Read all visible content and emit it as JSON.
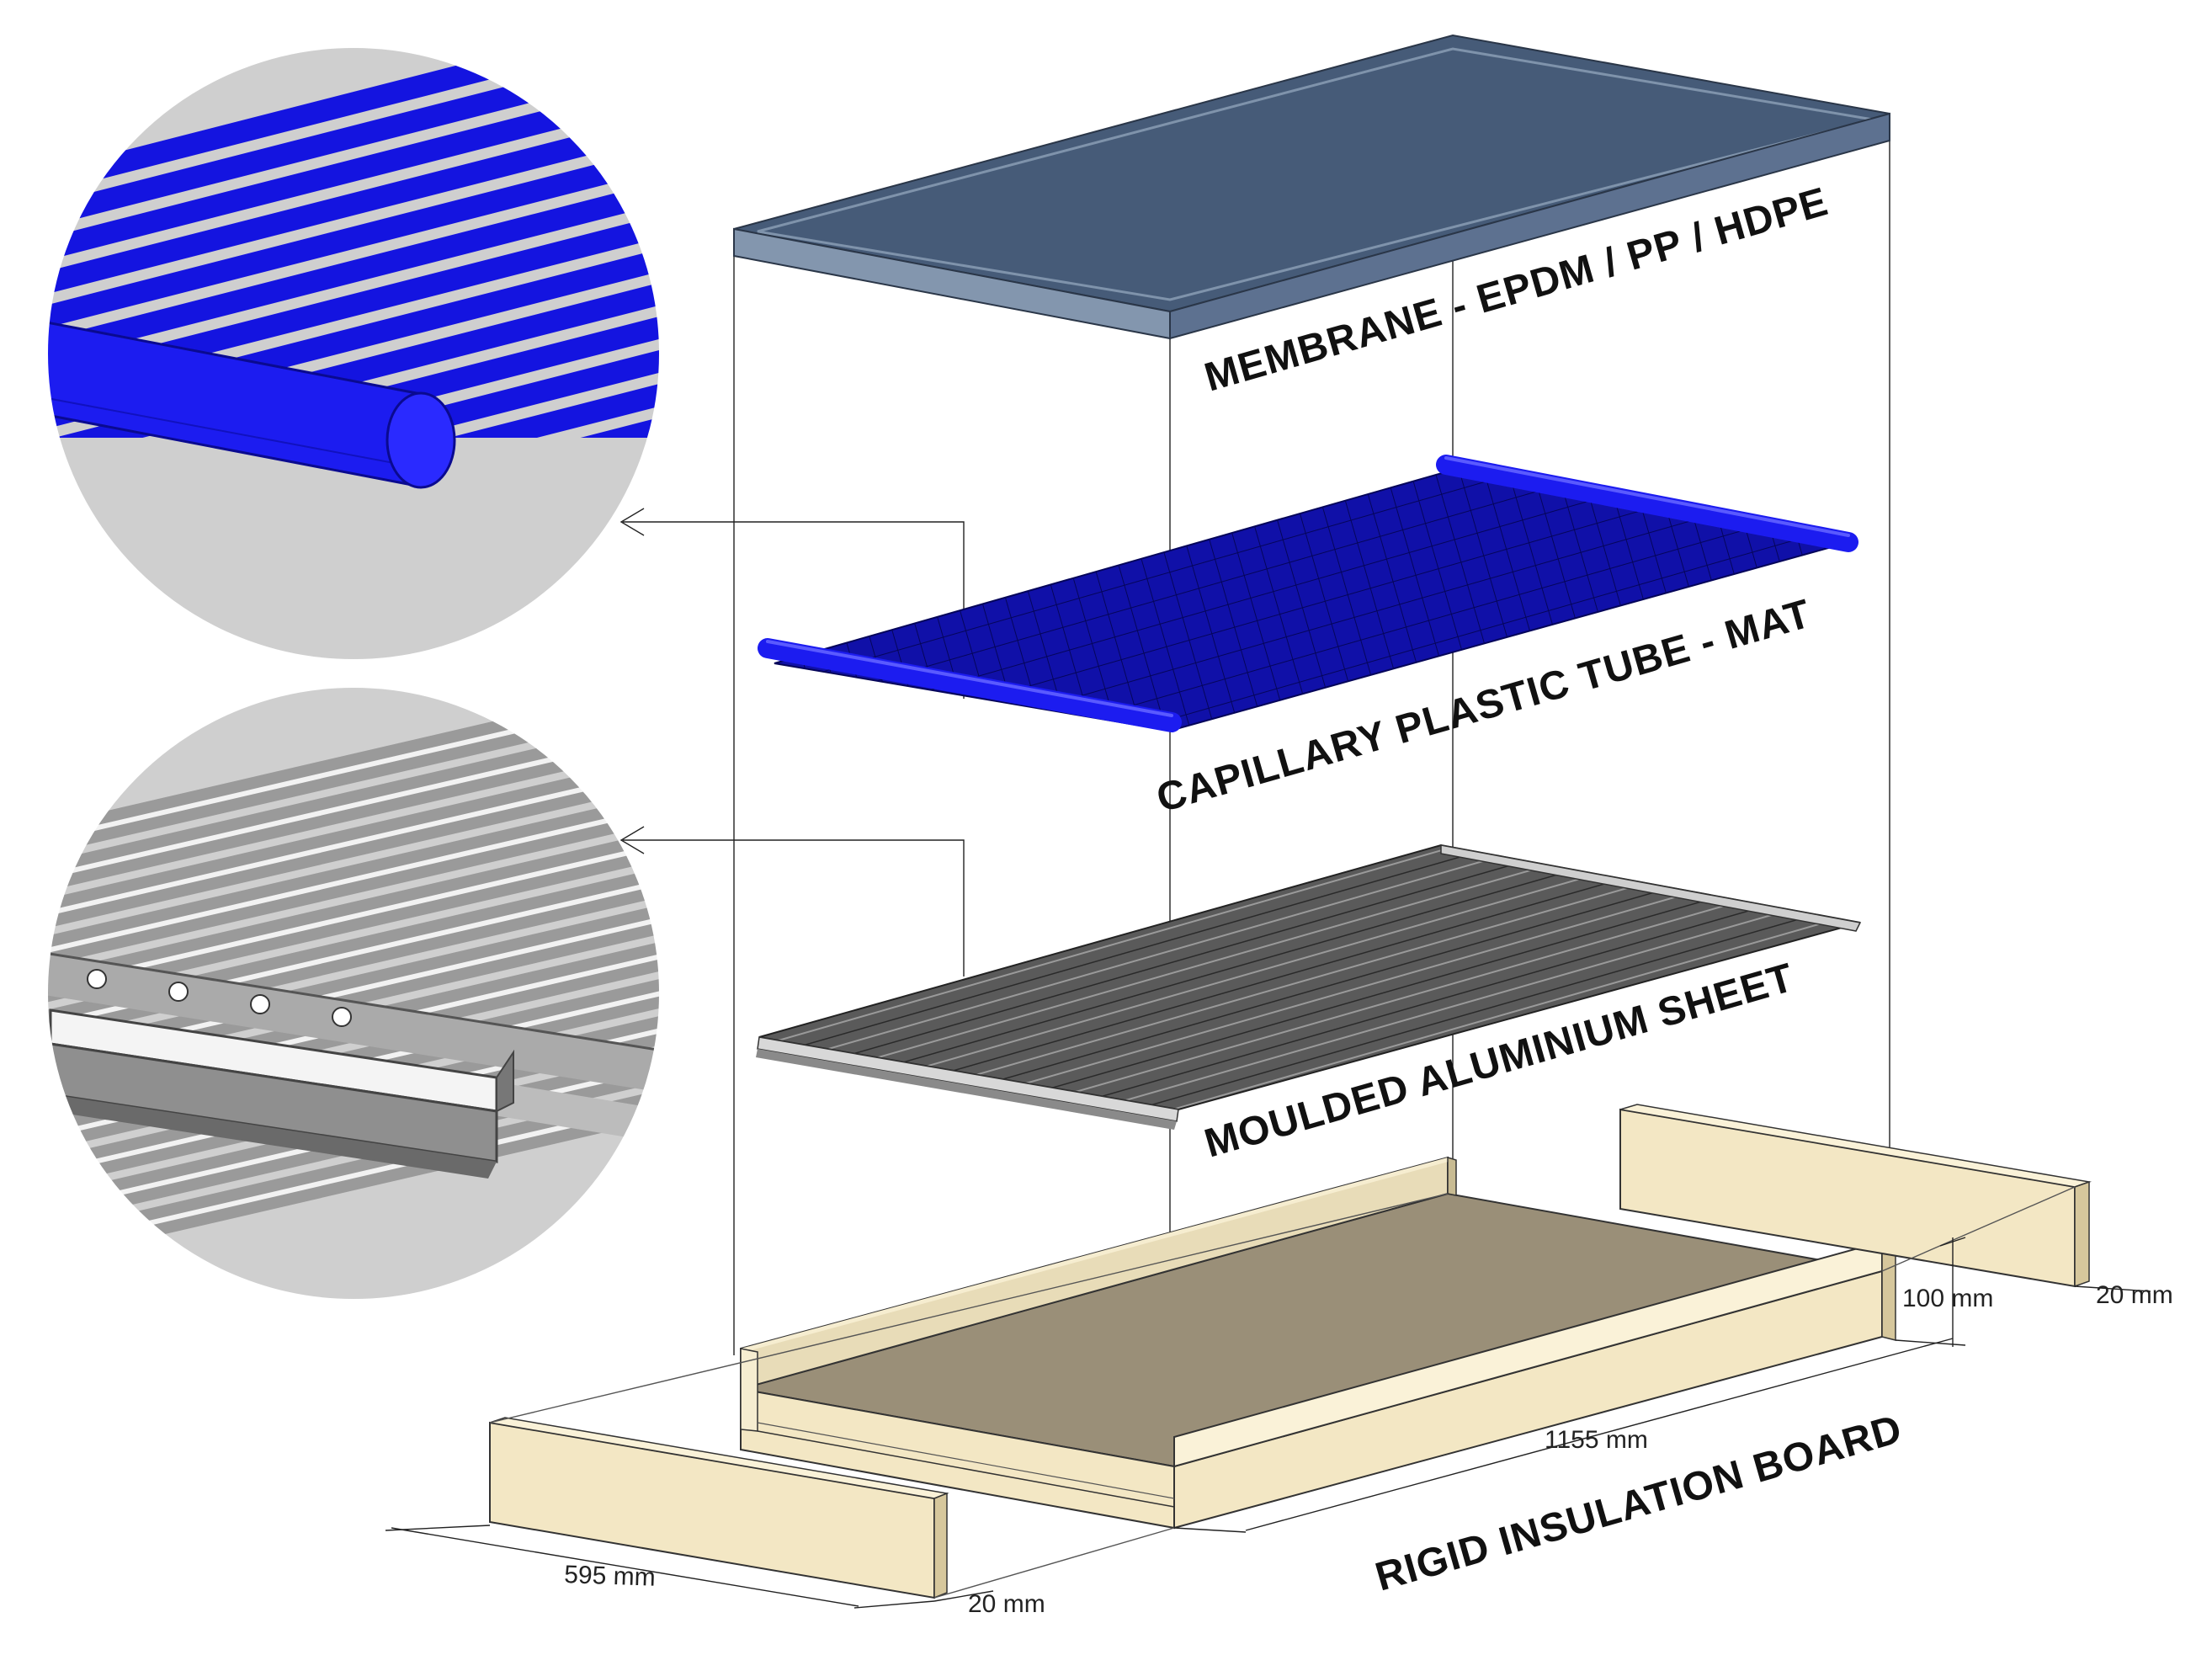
{
  "layers": {
    "membrane": "MEMBRANE - EPDM / PP / HDPE",
    "capillary": "CAPILLARY PLASTIC TUBE - MAT",
    "aluminium": "MOULDED ALUMINIUM SHEET",
    "insulation": "RIGID INSULATION BOARD"
  },
  "dimensions": {
    "width_front": "595 mm",
    "thickness_front": "20 mm",
    "length": "1155 mm",
    "height": "100 mm",
    "thickness_right": "20 mm"
  },
  "colors": {
    "membrane_top": "#4a5f7c",
    "membrane_side": "#7f93ab",
    "tube_blue": "#1414e0",
    "aluminium": "#6e6e6e",
    "insulation": "#f3e7c4",
    "insulation_floor": "#9a8f78",
    "detail_bg": "#cfcfcf"
  },
  "icons": {
    "detail_capillary": "capillary-tube-detail-icon",
    "detail_aluminium": "aluminium-sheet-detail-icon"
  }
}
